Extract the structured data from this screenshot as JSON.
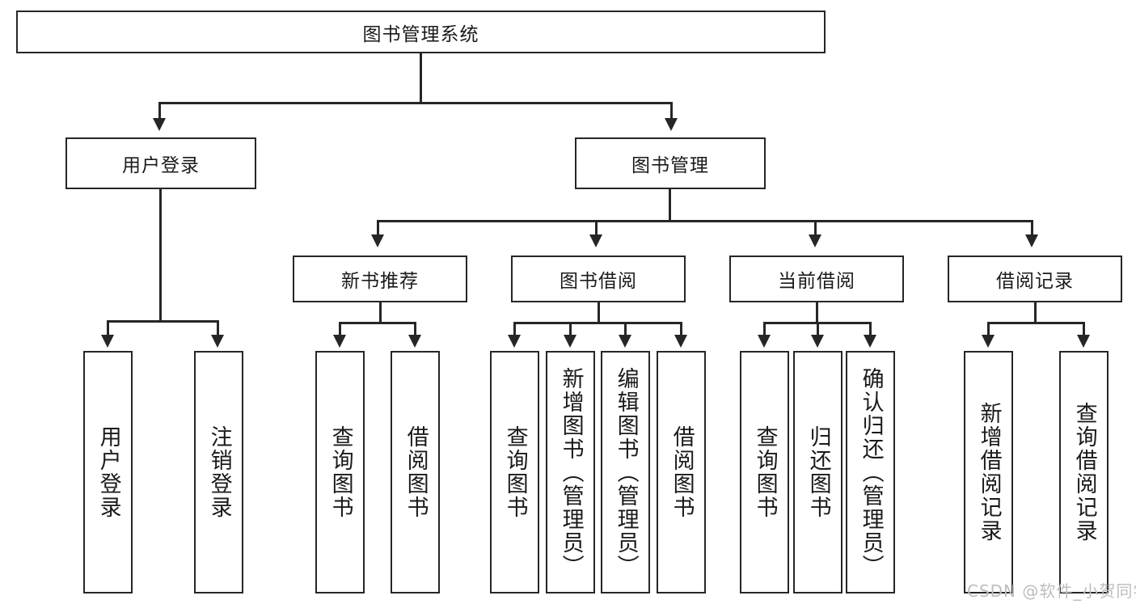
{
  "diagram": {
    "type": "tree-hierarchy-chart",
    "title": "图书管理系统",
    "nodes": {
      "root": {
        "label": "图书管理系统"
      },
      "level1": [
        {
          "id": "user-login",
          "label": "用户登录"
        },
        {
          "id": "book-management",
          "label": "图书管理"
        }
      ],
      "level2": [
        {
          "id": "new-book-recommend",
          "label": "新书推荐"
        },
        {
          "id": "book-borrow",
          "label": "图书借阅"
        },
        {
          "id": "current-borrow",
          "label": "当前借阅"
        },
        {
          "id": "borrow-record",
          "label": "借阅记录"
        }
      ],
      "leaves": {
        "user_login": [
          {
            "id": "leaf-user-login",
            "label": "用户登录"
          },
          {
            "id": "leaf-logout-login",
            "label": "注销登录"
          }
        ],
        "new_book_recommend": [
          {
            "id": "leaf-query-book-1",
            "label": "查询图书"
          },
          {
            "id": "leaf-borrow-book-1",
            "label": "借阅图书"
          }
        ],
        "book_borrow": [
          {
            "id": "leaf-query-book-2",
            "label": "查询图书"
          },
          {
            "id": "leaf-add-book-admin",
            "label": "新增图书（管理员）"
          },
          {
            "id": "leaf-edit-book-admin",
            "label": "编辑图书（管理员）"
          },
          {
            "id": "leaf-borrow-book-2",
            "label": "借阅图书"
          }
        ],
        "current_borrow": [
          {
            "id": "leaf-query-book-3",
            "label": "查询图书"
          },
          {
            "id": "leaf-return-book",
            "label": "归还图书"
          },
          {
            "id": "leaf-confirm-return-admin",
            "label": "确认归还（管理员）"
          }
        ],
        "borrow_record": [
          {
            "id": "leaf-add-borrow-record",
            "label": "新增借阅记录"
          },
          {
            "id": "leaf-query-borrow-record",
            "label": "查询借阅记录"
          }
        ]
      }
    },
    "watermark": "CSDN @软件_小贺同学",
    "colors": {
      "stroke": "#262626",
      "fill": "#ffffff",
      "text": "#1a1a1a",
      "watermark": "#bdbdbd"
    }
  }
}
